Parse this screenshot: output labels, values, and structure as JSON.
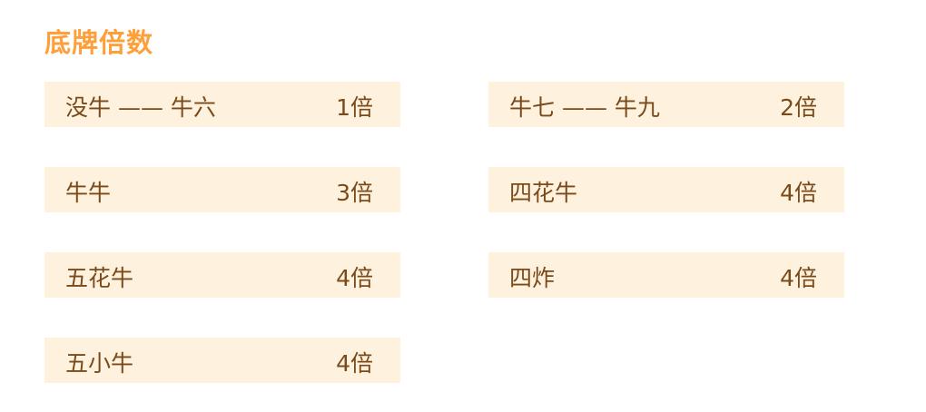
{
  "title": "底牌倍数",
  "colors": {
    "title": "#ff9f3a",
    "row_bg": "#fef2de",
    "text": "#7a4a1a"
  },
  "rows": [
    {
      "label": "没牛 —— 牛六",
      "value": "1倍"
    },
    {
      "label": "牛七 —— 牛九",
      "value": "2倍"
    },
    {
      "label": "牛牛",
      "value": "3倍"
    },
    {
      "label": "四花牛",
      "value": "4倍"
    },
    {
      "label": "五花牛",
      "value": "4倍"
    },
    {
      "label": "四炸",
      "value": "4倍"
    },
    {
      "label": "五小牛",
      "value": "4倍"
    }
  ]
}
